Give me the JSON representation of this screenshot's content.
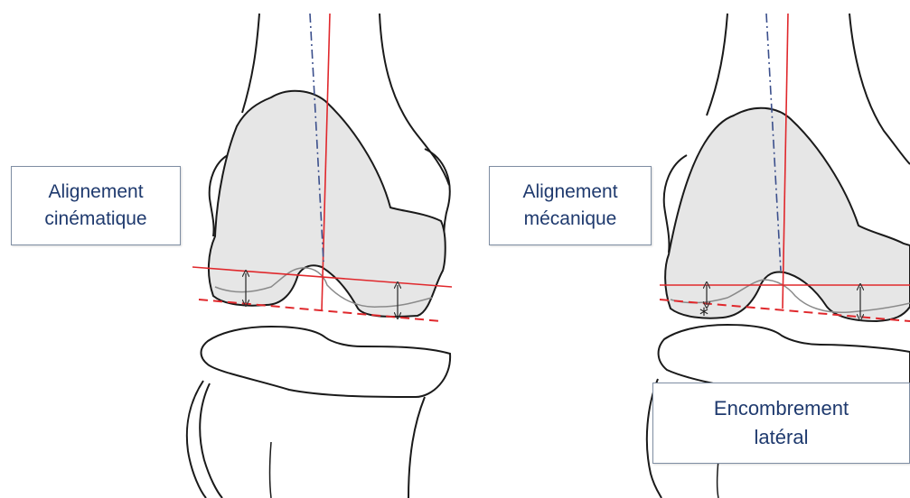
{
  "labels": {
    "kinematic": {
      "line1": "Alignement",
      "line2": "cinématique"
    },
    "mechanical": {
      "line1": "Alignement",
      "line2": "mécanique"
    },
    "lateral": {
      "line1": "Encombrement",
      "line2": "latéral"
    }
  },
  "marks": {
    "asterisk": "*"
  },
  "colors": {
    "bone_outline": "#1a1a1a",
    "implant_fill": "#e6e6e6",
    "implant_edge": "#999999",
    "axis_red": "#e0282c",
    "axis_blue": "#3b4f8c",
    "label_text": "#1f3a6e",
    "label_border": "#7f8ea3"
  }
}
